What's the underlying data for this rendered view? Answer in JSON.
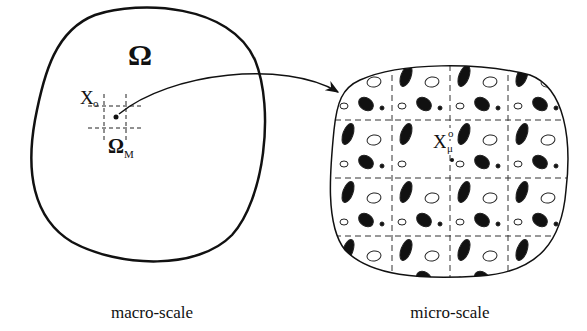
{
  "diagram": {
    "labels": [
      "Ω",
      "X",
      "o",
      "Ω",
      "M",
      "X",
      "μ",
      "o",
      "macro-scale",
      "micro-scale"
    ]
  }
}
